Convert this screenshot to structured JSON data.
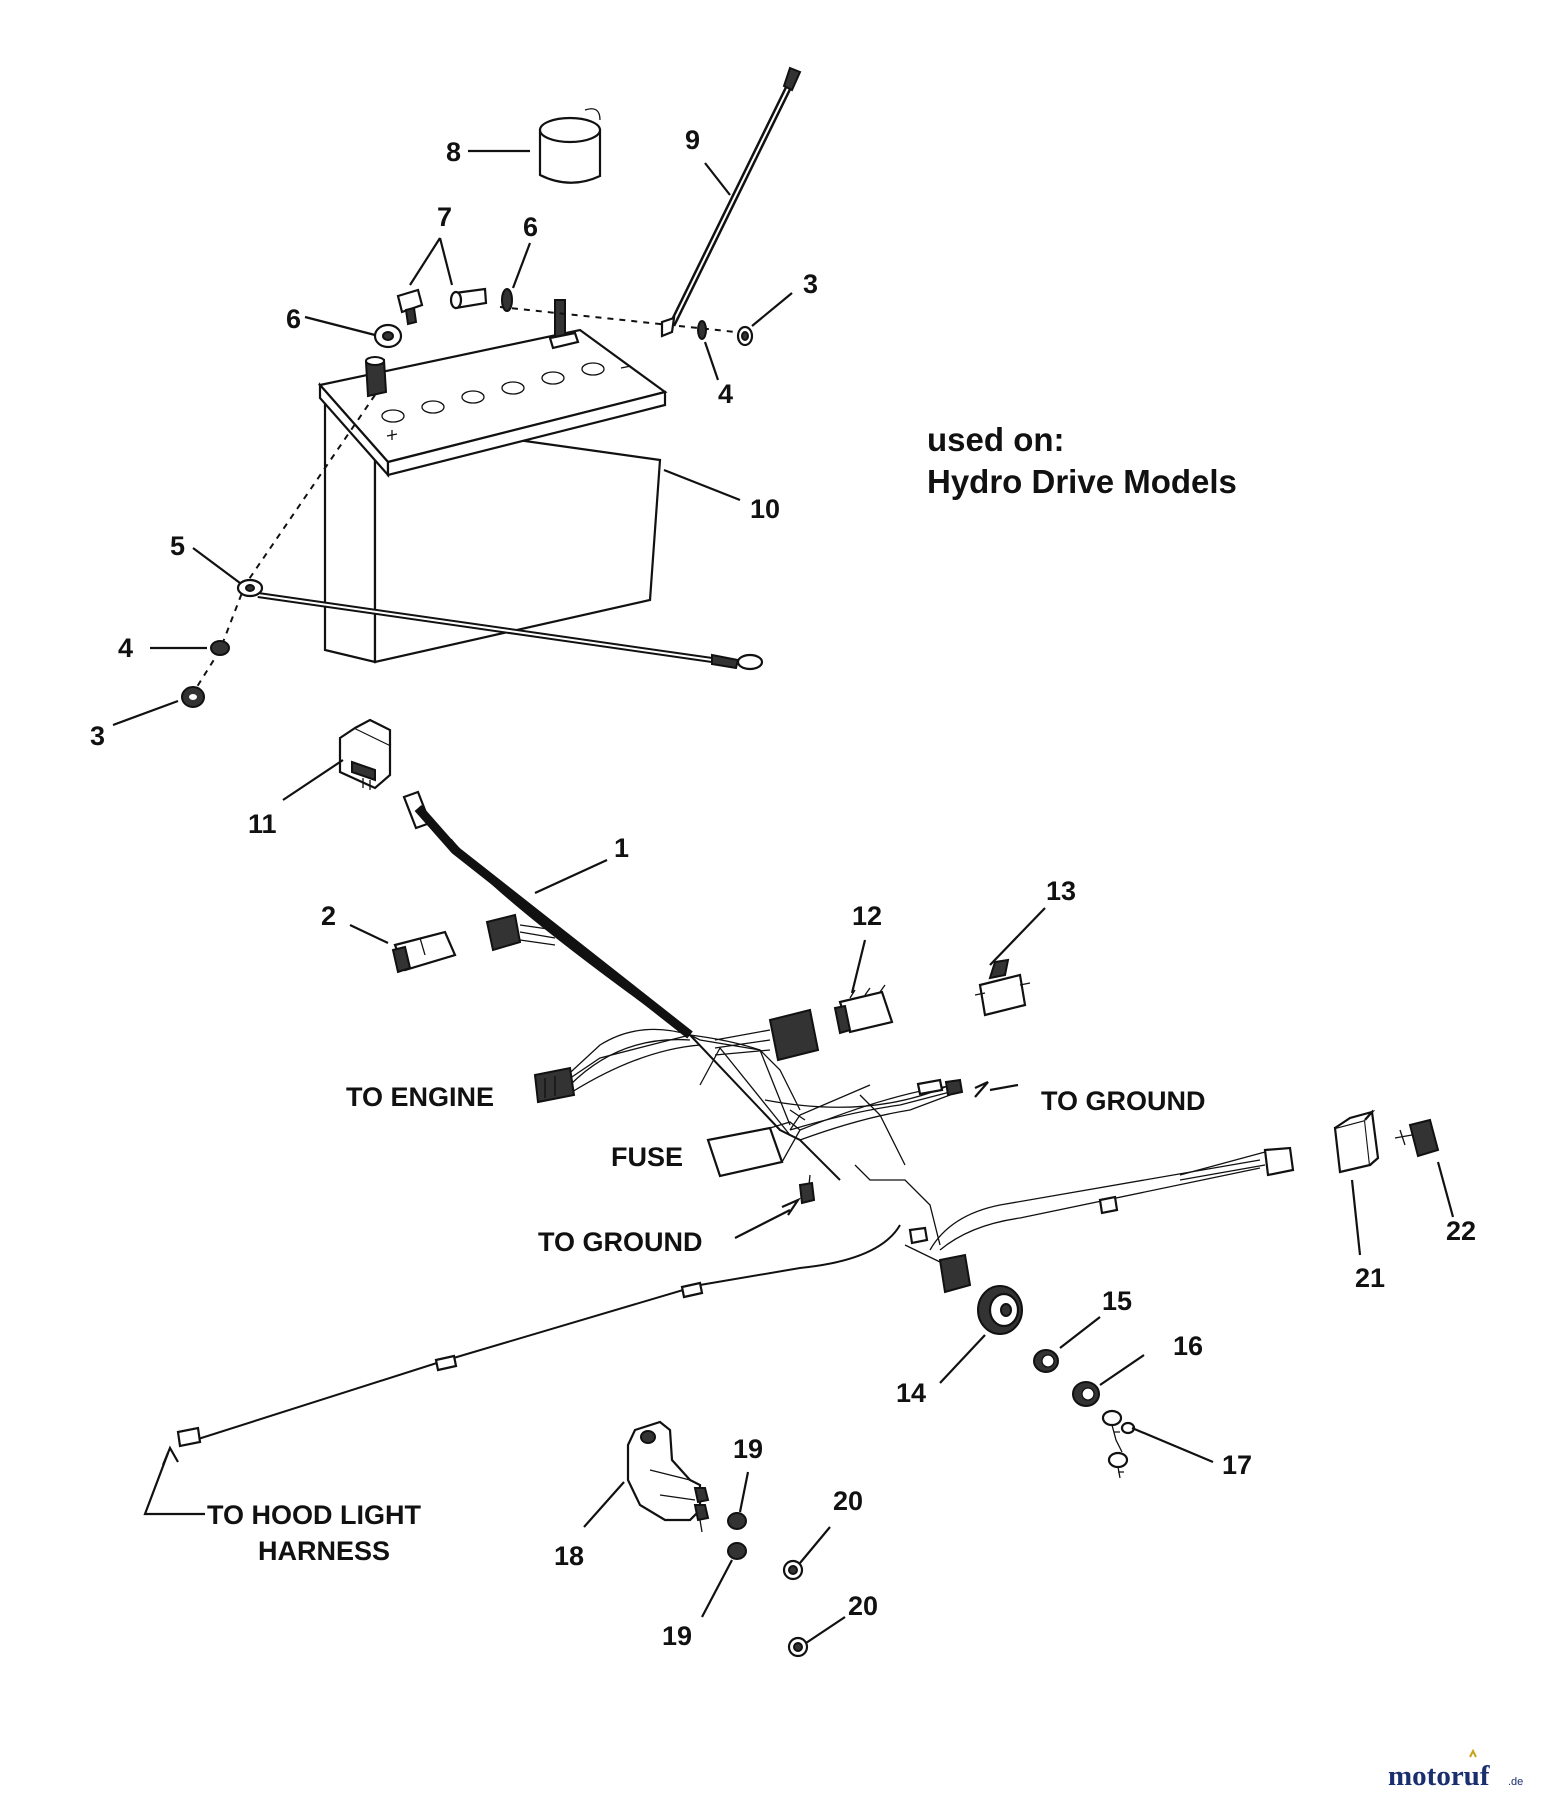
{
  "note": {
    "line1": "used on:",
    "line2": "Hydro Drive Models"
  },
  "labels": {
    "to_engine": "TO ENGINE",
    "to_ground_right": "TO GROUND",
    "fuse": "FUSE",
    "to_ground_left": "TO GROUND",
    "hood_line1": "TO HOOD LIGHT",
    "hood_line2": "HARNESS"
  },
  "callouts": {
    "c1": "1",
    "c2": "2",
    "c3a": "3",
    "c3b": "3",
    "c4a": "4",
    "c4b": "4",
    "c5": "5",
    "c6a": "6",
    "c6b": "6",
    "c7": "7",
    "c8": "8",
    "c9": "9",
    "c10": "10",
    "c11": "11",
    "c12": "12",
    "c13": "13",
    "c14": "14",
    "c15": "15",
    "c16": "16",
    "c17": "17",
    "c18": "18",
    "c19a": "19",
    "c19b": "19",
    "c20a": "20",
    "c20b": "20",
    "c21": "21",
    "c22": "22"
  },
  "watermark": {
    "brand": "motoruf",
    "suffix": ".de",
    "brand_color": "#1a2f6e",
    "accent_color": "#c8a21a"
  }
}
